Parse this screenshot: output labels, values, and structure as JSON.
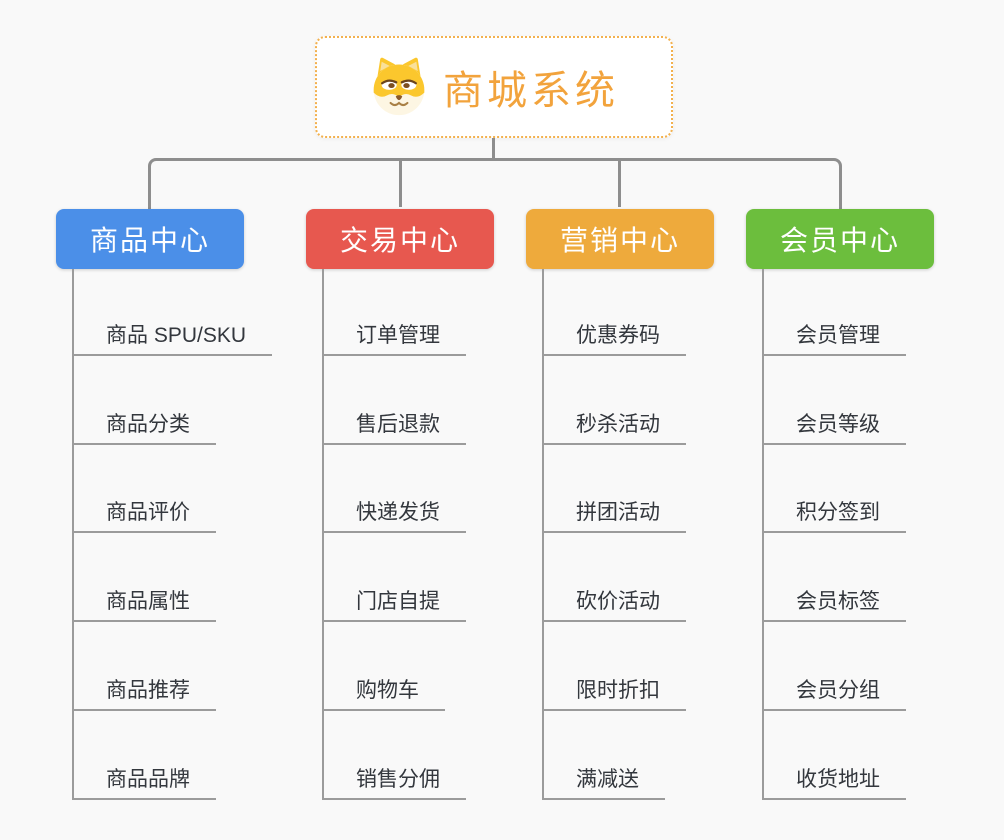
{
  "root": {
    "title": "商城系统",
    "icon": "doge-icon",
    "border_color": "#f3b14e",
    "title_color": "#f2a33c"
  },
  "connector_color": "#8e8e8e",
  "branches": [
    {
      "label": "商品中心",
      "color": "#4b8fe8",
      "items": [
        "商品 SPU/SKU",
        "商品分类",
        "商品评价",
        "商品属性",
        "商品推荐",
        "商品品牌"
      ]
    },
    {
      "label": "交易中心",
      "color": "#e7584f",
      "items": [
        "订单管理",
        "售后退款",
        "快递发货",
        "门店自提",
        "购物车",
        "销售分佣"
      ]
    },
    {
      "label": "营销中心",
      "color": "#eeaa3c",
      "items": [
        "优惠券码",
        "秒杀活动",
        "拼团活动",
        "砍价活动",
        "限时折扣",
        "满减送"
      ]
    },
    {
      "label": "会员中心",
      "color": "#6cbe3d",
      "items": [
        "会员管理",
        "会员等级",
        "积分签到",
        "会员标签",
        "会员分组",
        "收货地址"
      ]
    }
  ]
}
